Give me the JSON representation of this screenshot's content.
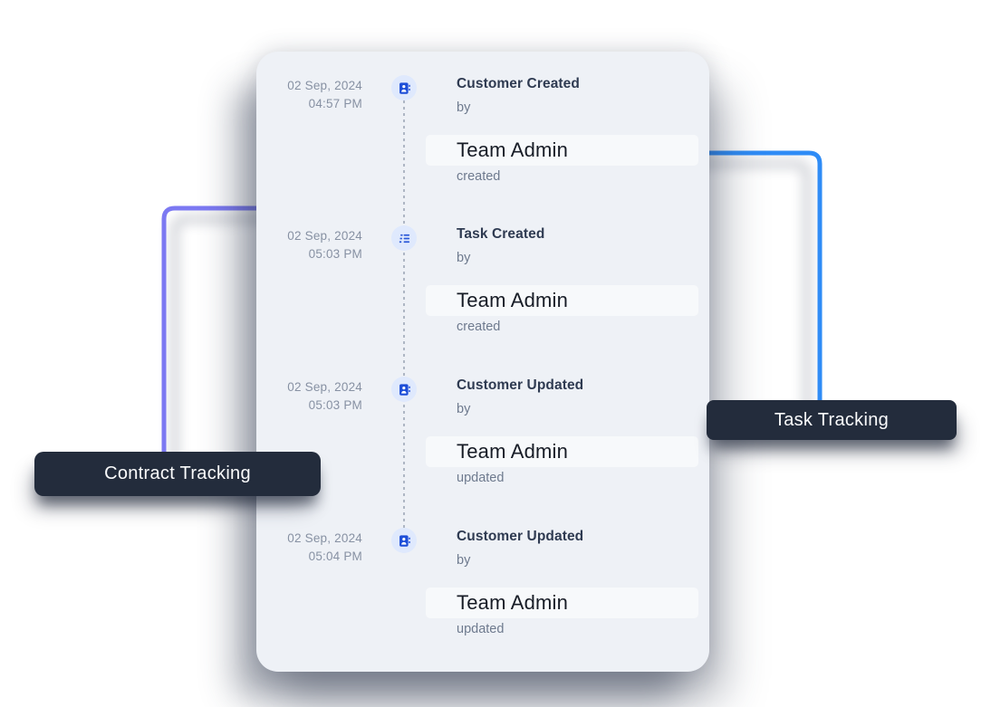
{
  "illustration": {
    "card": {
      "entries": [
        {
          "date": "02 Sep, 2024",
          "time": "04:57 PM",
          "icon": "contact-book-icon",
          "title": "Customer Created",
          "by_label": "by",
          "actor": "Team Admin",
          "action": "created"
        },
        {
          "date": "02 Sep, 2024",
          "time": "05:03 PM",
          "icon": "task-list-icon",
          "title": "Task Created",
          "by_label": "by",
          "actor": "Team Admin",
          "action": "created"
        },
        {
          "date": "02 Sep, 2024",
          "time": "05:03 PM",
          "icon": "contact-book-icon",
          "title": "Customer Updated",
          "by_label": "by",
          "actor": "Team Admin",
          "action": "updated"
        },
        {
          "date": "02 Sep, 2024",
          "time": "05:04 PM",
          "icon": "contact-book-icon",
          "title": "Customer Updated",
          "by_label": "by",
          "actor": "Team Admin",
          "action": "updated"
        }
      ]
    },
    "callouts": {
      "left": {
        "label": "Contract Tracking",
        "line_color": "#7c79f2"
      },
      "right": {
        "label": "Task Tracking",
        "line_color": "#2f8cf6"
      }
    },
    "colors": {
      "card_background": "#eef1f6",
      "label_background": "#232c3c",
      "label_text": "#fafbfc",
      "purple_line": "#7c79f2",
      "blue_line": "#2f8cf6",
      "icon_blue": "#1d4ed8",
      "icon_circle": "#dfe9fd",
      "date_text": "#8791a3",
      "title_text": "#2e3a51",
      "muted_text": "#6e7a8e",
      "actor_text": "#171c26"
    }
  }
}
